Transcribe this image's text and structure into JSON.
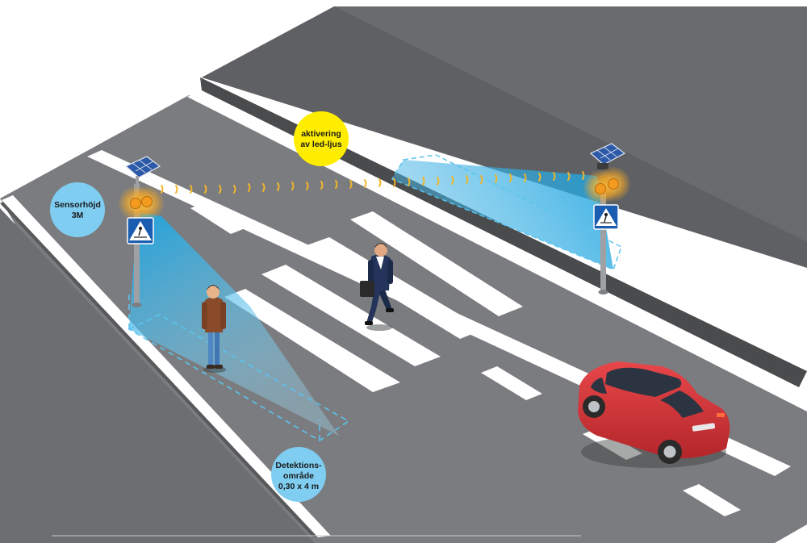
{
  "labels": {
    "activation": {
      "line1": "aktivering",
      "line2": "av led-ljus"
    },
    "sensor_height": {
      "line1": "Sensorhöjd",
      "line2": "3M"
    },
    "detection_area": {
      "line1": "Detektions-",
      "line2": "område",
      "line3": "0,30 x 4 m"
    }
  },
  "colors": {
    "road": "#6d6e71",
    "road_dark": "#58595b",
    "sidewalk": "#8a8b8e",
    "lane_marking": "#ffffff",
    "sensor_beam": "#1aa3df",
    "detection_zone": "#5bc4ef",
    "signal_light": "#f7a823",
    "activation_bubble": "#ffed00",
    "info_bubble": "#7fcdf1",
    "car": "#d9373a"
  },
  "icons": [
    "solar-panel-icon",
    "pedestrian-crossing-sign-icon",
    "led-light-icon",
    "car-icon",
    "pedestrian-icon"
  ]
}
